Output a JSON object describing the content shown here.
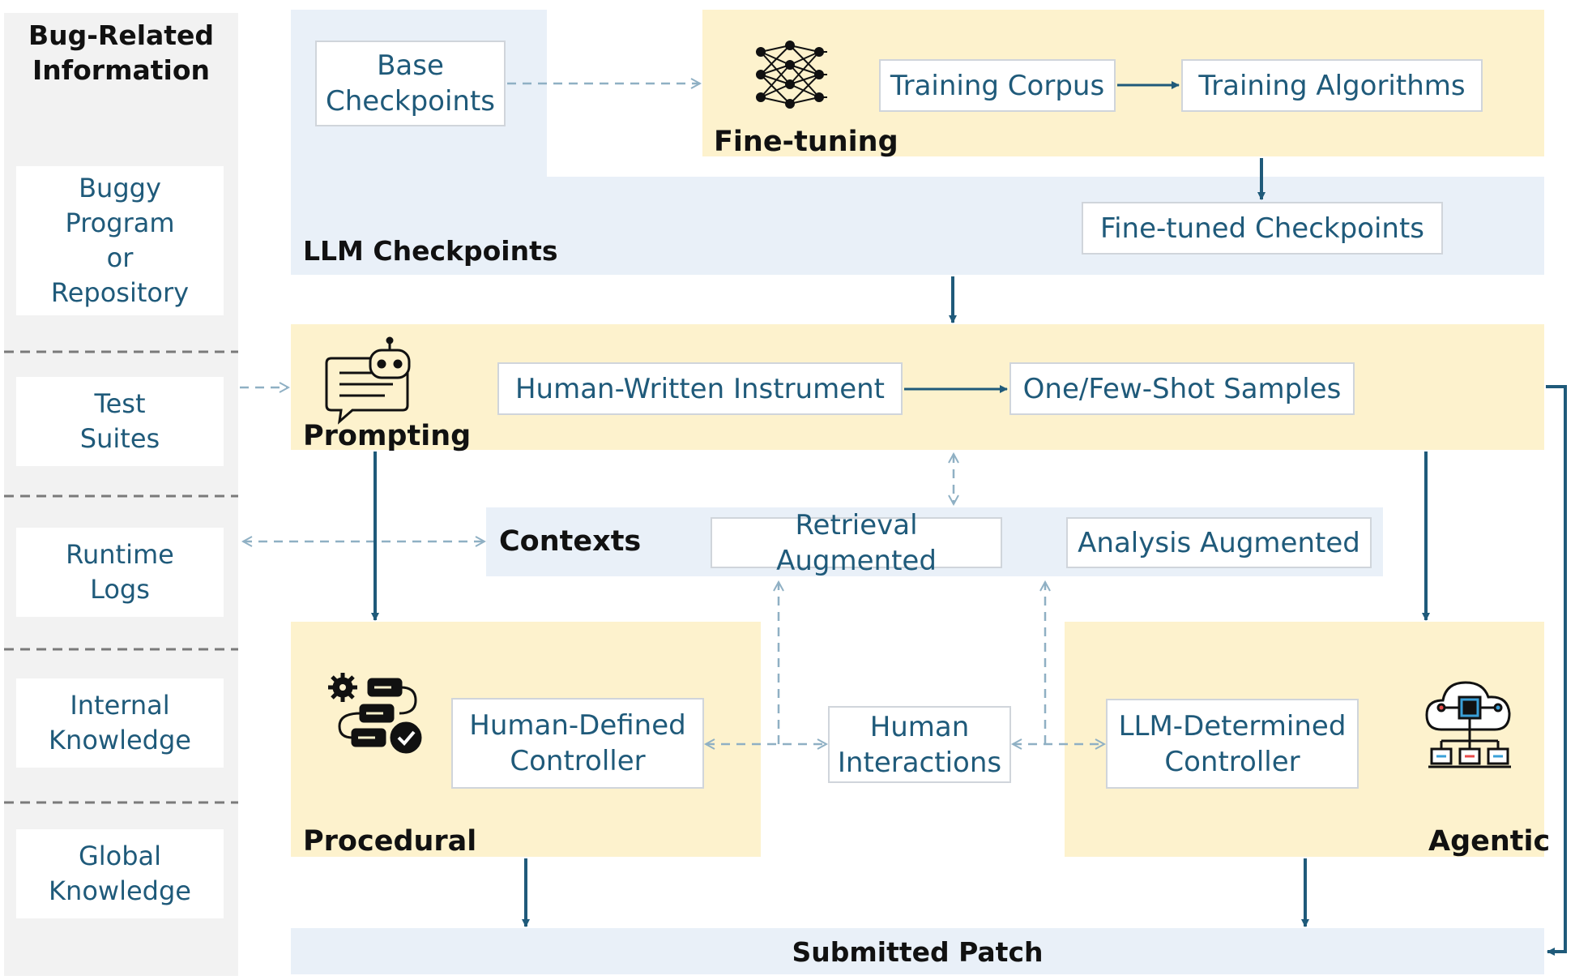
{
  "sidebar": {
    "title": "Bug-Related\nInformation",
    "items": [
      "Buggy\nProgram\nor\nRepository",
      "Test\nSuites",
      "Runtime\nLogs",
      "Internal\nKnowledge",
      "Global\nKnowledge"
    ]
  },
  "checkpoints": {
    "label": "LLM Checkpoints",
    "base": "Base\nCheckpoints",
    "finetuned": "Fine-tuned Checkpoints"
  },
  "finetuning": {
    "label": "Fine-tuning",
    "corpus": "Training Corpus",
    "algorithms": "Training Algorithms",
    "icon": "neural-network-icon"
  },
  "prompting": {
    "label": "Prompting",
    "instrument": "Human-Written Instrument",
    "samples": "One/Few-Shot Samples",
    "icon": "chatbot-message-icon"
  },
  "contexts": {
    "label": "Contexts",
    "retrieval": "Retrieval Augmented",
    "analysis": "Analysis Augmented"
  },
  "procedural": {
    "label": "Procedural",
    "controller": "Human-Defined\nController",
    "icon": "workflow-gear-icon"
  },
  "human_interactions": "Human\nInteractions",
  "agentic": {
    "label": "Agentic",
    "controller": "LLM-Determined\nController",
    "icon": "cloud-network-icon"
  },
  "output": {
    "label": "Submitted Patch"
  },
  "colors": {
    "yellow_panel": "#fdf2cd",
    "blue_panel": "#e9f0f8",
    "gray_panel": "#f2f2f2",
    "arrow": "#1f5a7a",
    "dashed_arrow": "#8fb0c4",
    "box_text": "#1f5a7a"
  }
}
